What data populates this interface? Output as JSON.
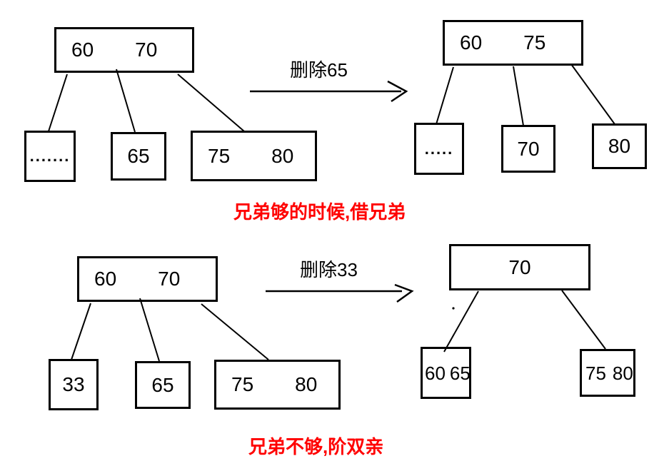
{
  "colors": {
    "ink": "#000000",
    "caption_red": "#ff0000",
    "background": "#ffffff"
  },
  "top_section": {
    "before_tree": {
      "root_keys": [
        "60",
        "70"
      ],
      "child1_label": ".......",
      "child2_label": "65",
      "child3_keys": [
        "75",
        "80"
      ]
    },
    "operation_label": "删除65",
    "after_tree": {
      "root_keys": [
        "60",
        "75"
      ],
      "child1_label": ".....",
      "child2_label": "70",
      "child3_label": "80"
    },
    "caption": "兄弟够的时候,借兄弟"
  },
  "bottom_section": {
    "before_tree": {
      "root_keys": [
        "60",
        "70"
      ],
      "child1_label": "33",
      "child2_label": "65",
      "child3_keys": [
        "75",
        "80"
      ]
    },
    "operation_label": "删除33",
    "after_tree": {
      "root_key": "70",
      "child1_keys": [
        "60",
        "65"
      ],
      "child2_keys": [
        "75",
        "80"
      ]
    },
    "caption": "兄弟不够,阶双亲"
  }
}
